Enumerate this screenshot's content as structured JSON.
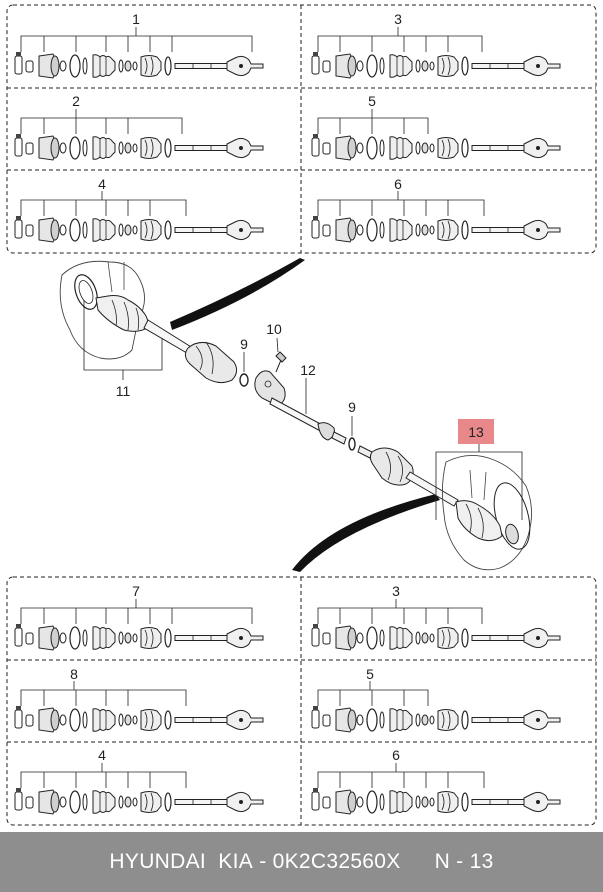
{
  "top_panels": [
    {
      "label": "1"
    },
    {
      "label": "3"
    },
    {
      "label": "2"
    },
    {
      "label": "5"
    },
    {
      "label": "4"
    },
    {
      "label": "6"
    }
  ],
  "bottom_panels": [
    {
      "label": "7"
    },
    {
      "label": "3"
    },
    {
      "label": "8"
    },
    {
      "label": "5"
    },
    {
      "label": "4"
    },
    {
      "label": "6"
    }
  ],
  "callouts": {
    "c9a": "9",
    "c10": "10",
    "c11": "11",
    "c12": "12",
    "c9b": "9",
    "c13": "13"
  },
  "colors": {
    "highlight": "#e8888a",
    "footer_bg": "#8e8e8e",
    "footer_text": "#ffffff"
  },
  "footer": {
    "brand": "HYUNDAI  KIA",
    "separator": " - ",
    "part_number": "0K2C32560X",
    "page_ref": "N - 13"
  }
}
